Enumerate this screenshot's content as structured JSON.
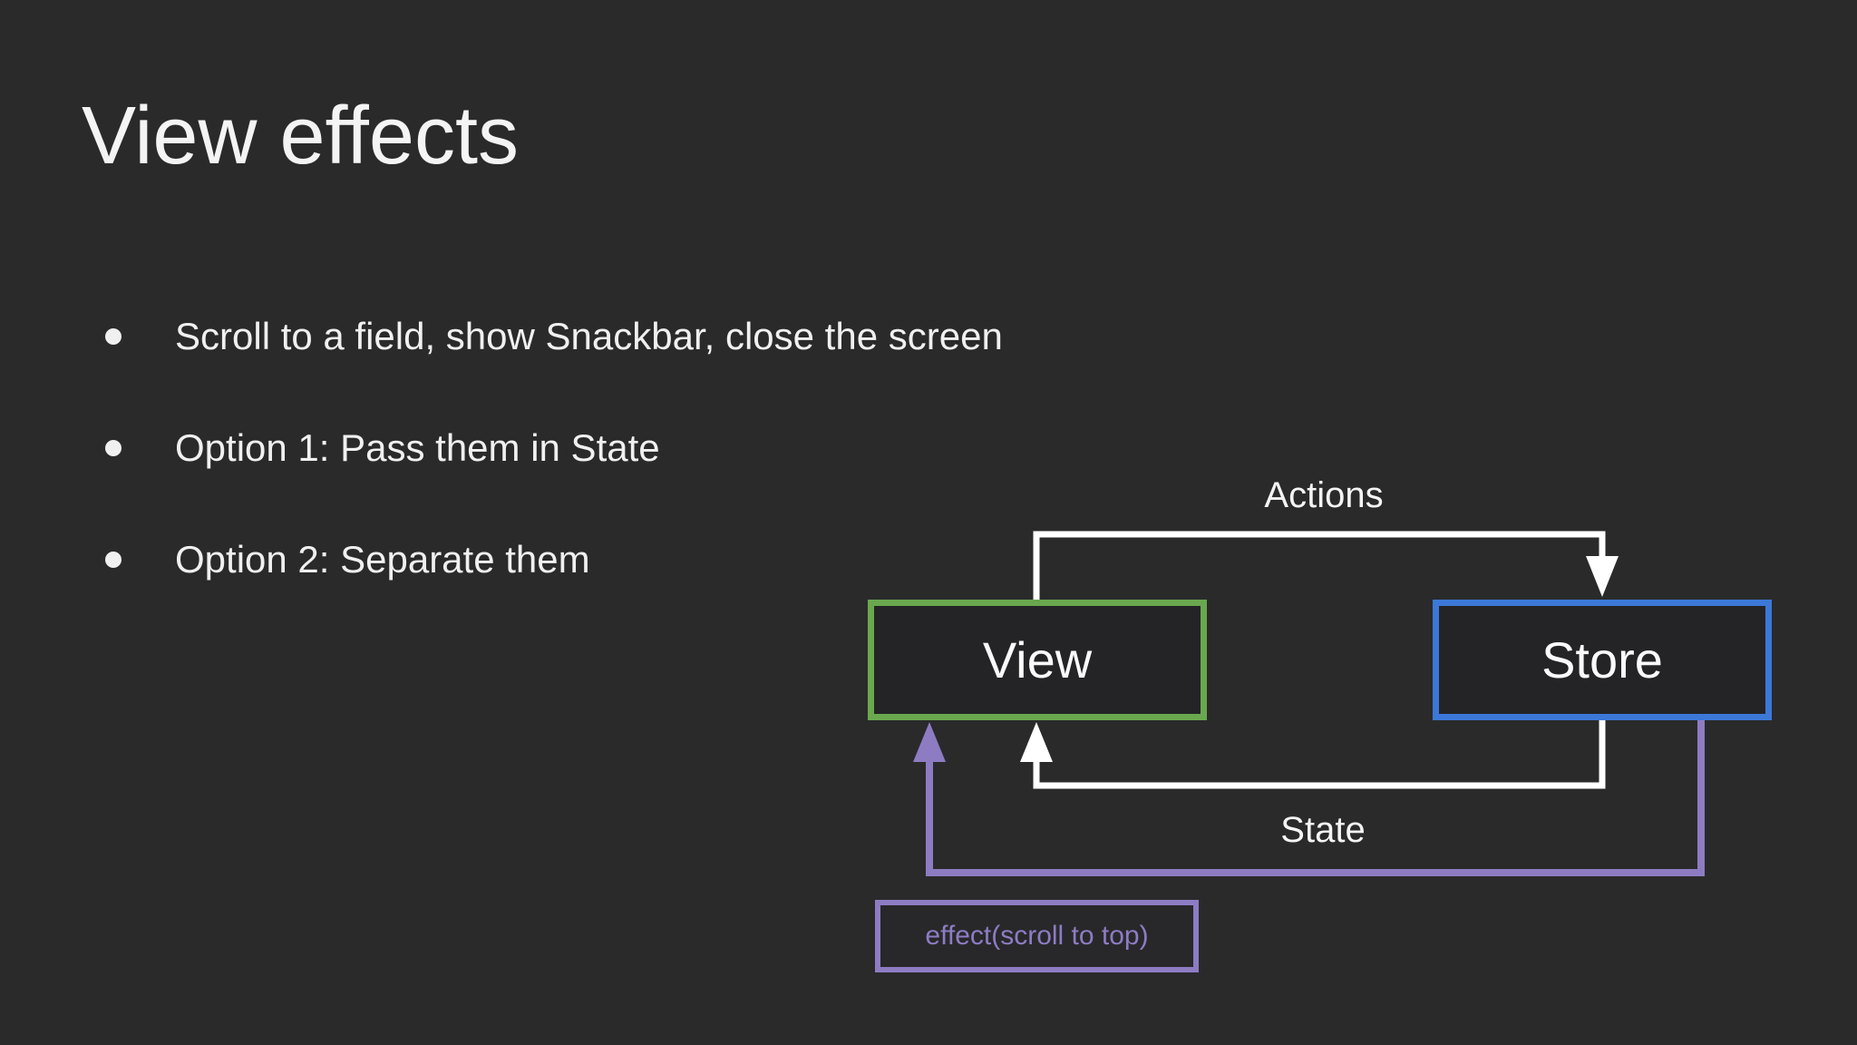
{
  "slide": {
    "title": "View effects",
    "bullets": [
      "Scroll to a field, show Snackbar, close the screen",
      "Option 1: Pass them in State",
      "Option 2: Separate them"
    ]
  },
  "diagram": {
    "view_label": "View",
    "store_label": "Store",
    "actions_label": "Actions",
    "state_label": "State",
    "effect_label": "effect(scroll to top)",
    "colors": {
      "background": "#2a2a2b",
      "view_border_green": "#6aa84f",
      "store_border_blue": "#3c78d8",
      "effect_purple": "#8e7cc3",
      "wire_white": "#ffffff",
      "text_white": "#f2f2f2"
    }
  }
}
